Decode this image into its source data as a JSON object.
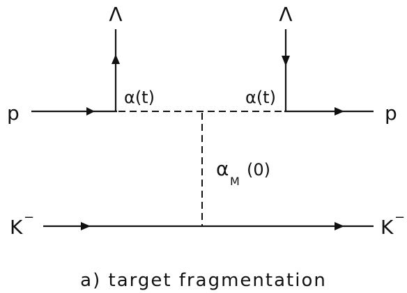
{
  "labels": {
    "lambda_left": "Λ",
    "lambda_right": "Λ",
    "p_in": "p",
    "p_out": "p",
    "k_in": "K",
    "k_out": "K",
    "k_superscript": "−",
    "alpha_left": "α(t)",
    "alpha_right": "α(t)",
    "alpha_m": "α",
    "alpha_m_subscript": "M",
    "alpha_m_arg": "(0)"
  },
  "caption": "a) target fragmentation"
}
